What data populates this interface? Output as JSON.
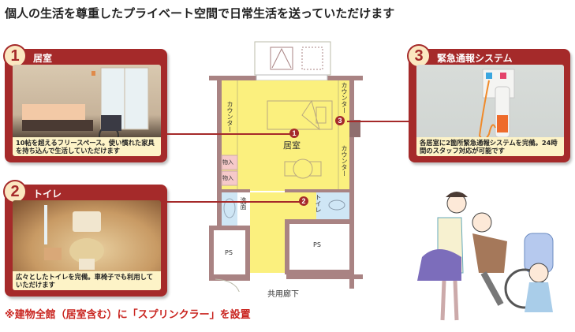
{
  "title": "個人の生活を尊重したプライベート空間で日常生活を送っていただけます",
  "cards": [
    {
      "number": "1",
      "title": "居室",
      "caption": "10帖を超えるフリースペース。使い慣れた家具を持ち込んで生活していただけます"
    },
    {
      "number": "2",
      "title": "トイレ",
      "caption": "広々としたトイレを完備。車椅子でも利用していただけます"
    },
    {
      "number": "3",
      "title": "緊急通報システム",
      "caption": "各居室に2箇所緊急通報システムを完備。24時間のスタッフ対応が可能です"
    }
  ],
  "floorplan": {
    "room_label": "居室",
    "counter_left": "カウンター",
    "counter_right_top": "カウンター",
    "counter_right_bottom": "カウンター",
    "storage_1": "物入",
    "storage_2": "物入",
    "washroom": "洗面",
    "toilet": "トイレ",
    "ps_left": "PS",
    "ps_right": "PS",
    "corridor": "共用廊下",
    "markers": [
      "1",
      "2",
      "3"
    ]
  },
  "note": "※建物全館（居室含む）に「スプリンクラー」を設置",
  "colors": {
    "card_frame": "#a52a2a",
    "caption_bg": "#fdf3c7",
    "room_yellow": "#fbf07e",
    "wall": "#a98383",
    "water_blue": "#cfe6f5",
    "storage_pink": "#f6c9c9",
    "note_red": "#c9241f"
  }
}
